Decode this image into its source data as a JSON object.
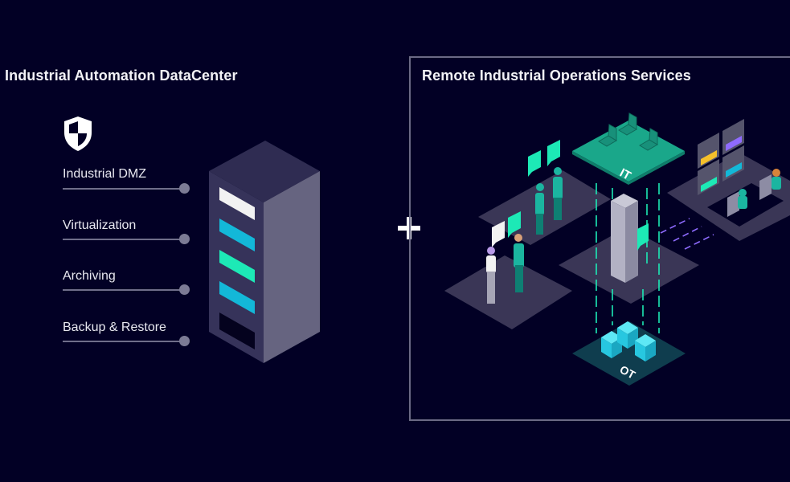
{
  "left": {
    "title": "Industrial Automation DataCenter",
    "items": [
      {
        "label": "Industrial DMZ"
      },
      {
        "label": "Virtualization"
      },
      {
        "label": "Archiving"
      },
      {
        "label": "Backup & Restore"
      }
    ],
    "server_slot_colors": [
      "#f2f2f2",
      "#13b8d8",
      "#1de9b6",
      "#13b8d8",
      "#04021e"
    ]
  },
  "right": {
    "title": "Remote Industrial Operations Services",
    "it_label": "IT",
    "ot_label": "OT"
  },
  "connector_symbol": "+",
  "colors": {
    "background": "#020025",
    "accent_green": "#1de9b6",
    "accent_cyan": "#13b8d8",
    "platform": "#3a3656",
    "border": "#6b6a85"
  }
}
